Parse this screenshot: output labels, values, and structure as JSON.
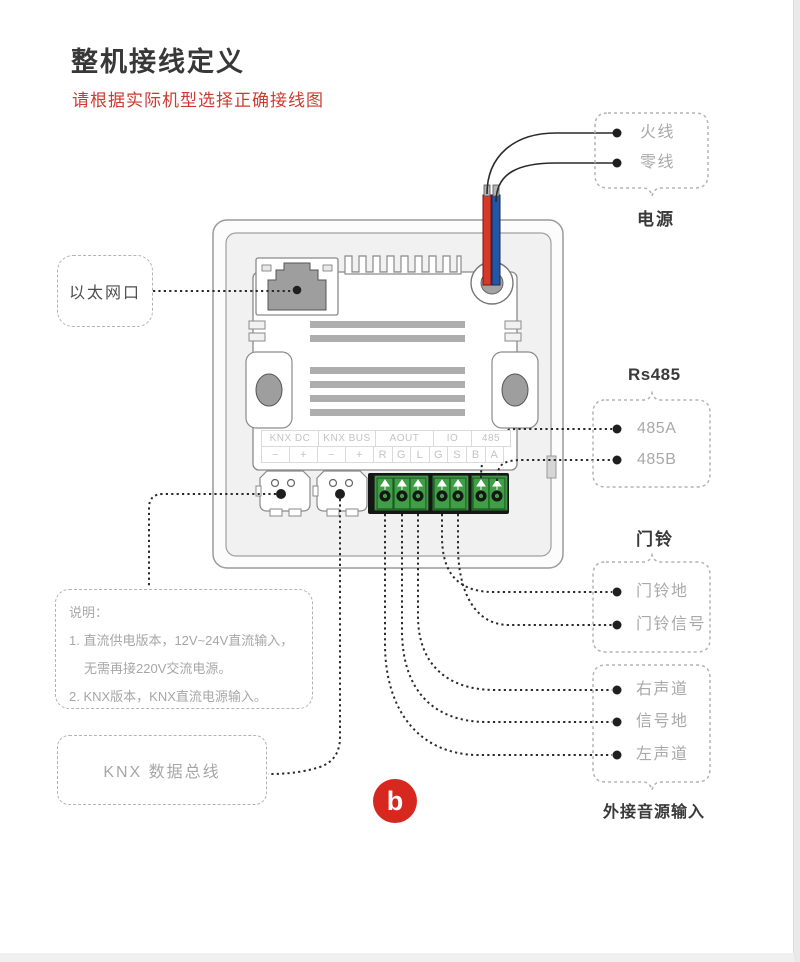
{
  "header": {
    "title": "整机接线定义",
    "subtitle": "请根据实际机型选择正确接线图"
  },
  "device": {
    "terminal_groups": [
      {
        "label": "KNX DC"
      },
      {
        "label": "KNX BUS"
      },
      {
        "label": "AOUT"
      },
      {
        "label": "IO"
      },
      {
        "label": "485"
      }
    ],
    "terminal_pins": [
      "−",
      "+",
      "−",
      "+",
      "R",
      "G",
      "L",
      "G",
      "S",
      "B",
      "A"
    ]
  },
  "callouts": {
    "ethernet": {
      "label": "以太网口"
    },
    "power": {
      "title": "电源",
      "items": [
        "火线",
        "零线"
      ]
    },
    "rs485": {
      "title": "Rs485",
      "items": [
        "485A",
        "485B"
      ]
    },
    "doorbell": {
      "title": "门铃",
      "items": [
        "门铃地",
        "门铃信号"
      ]
    },
    "audio": {
      "title": "外接音源输入",
      "items": [
        "右声道",
        "信号地",
        "左声道"
      ]
    },
    "knx_bus": {
      "label": "KNX 数据总线"
    }
  },
  "note": {
    "heading": "说明：",
    "line1": "1. 直流供电版本，12V~24V直流输入，",
    "line2": "无需再接220V交流电源。",
    "line3": "2. KNX版本，KNX直流电源输入。"
  },
  "badge": {
    "label": "b"
  },
  "colors": {
    "accent_red": "#d6281e",
    "subtitle_red": "#cf3a30",
    "wire_live": "#d43a2a",
    "wire_neutral": "#2456a8",
    "terminal_green": "#3f9e46",
    "label_gray": "#a9a9a9"
  }
}
